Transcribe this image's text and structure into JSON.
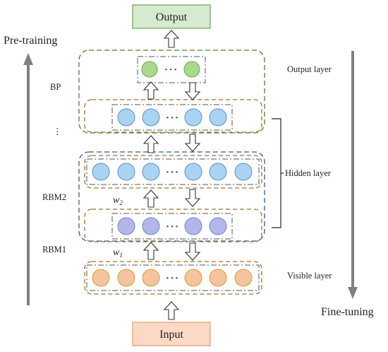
{
  "output_label": "Output",
  "input_label": "Input",
  "pretraining_label": "Pre-training",
  "finetuning_label": "Fine-tuning",
  "left_labels": {
    "bp": "BP",
    "ellipsis": "⋮",
    "rbm2": "RBM2",
    "rbm1": "RBM1"
  },
  "weights": {
    "w2_main": "w",
    "w2_sub": "2",
    "w1_main": "w",
    "w1_sub": "1"
  },
  "right_labels": {
    "output_layer": "Output layer",
    "hidden_layer": "Hidden layer",
    "visible_layer": "Visible layer"
  },
  "dots": "• • •",
  "colors": {
    "output_box_fill": "#d5ead0",
    "output_box_stroke": "#6aa84f",
    "input_box_fill": "#fbd9c4",
    "input_box_stroke": "#e59a6c",
    "green_node": "#a9d98c",
    "blue_node": "#a9d3f1",
    "purple_node": "#b6b5ea",
    "orange_node": "#f6c39f",
    "green_dash": "#4f7d3a",
    "orange_dash": "#a0702c",
    "blue_dash": "#2e5f8f",
    "gray_arrow": "#808080"
  }
}
